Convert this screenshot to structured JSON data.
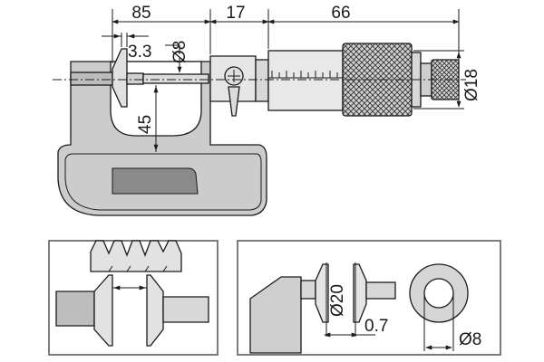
{
  "main_view": {
    "dims": {
      "frame_length": "85",
      "spindle_offset": "17",
      "thimble_length": "66",
      "anvil_tip": "3.3",
      "anvil_diameter": "Ø8",
      "throat_depth": "45",
      "thimble_diameter": "Ø18"
    }
  },
  "detail_view": {
    "dims": {
      "disc_diameter": "Ø20",
      "edge_thickness": "0.7",
      "spindle_diameter": "Ø8"
    }
  },
  "colors": {
    "line": "#1a1a1a",
    "frame_fill": "#c8c8c8",
    "frame_light": "#e2e2e2",
    "dark_panel": "#8a8a8a",
    "border_box": "#6f6f6f"
  }
}
